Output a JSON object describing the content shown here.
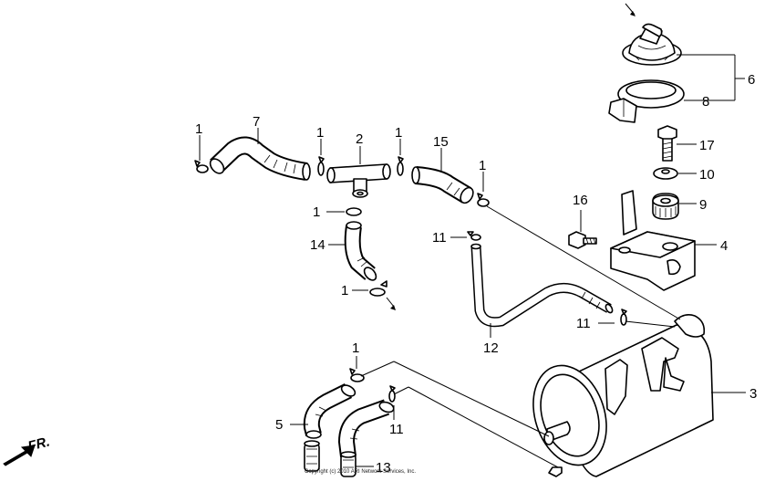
{
  "callouts": [
    "1",
    "2",
    "3",
    "4",
    "5",
    "6",
    "7",
    "8",
    "9",
    "10",
    "11",
    "12",
    "13",
    "14",
    "15",
    "16",
    "17"
  ],
  "front_marker": "FR.",
  "copyright": "Copyright (c) 2010 ARI Network Services, Inc."
}
